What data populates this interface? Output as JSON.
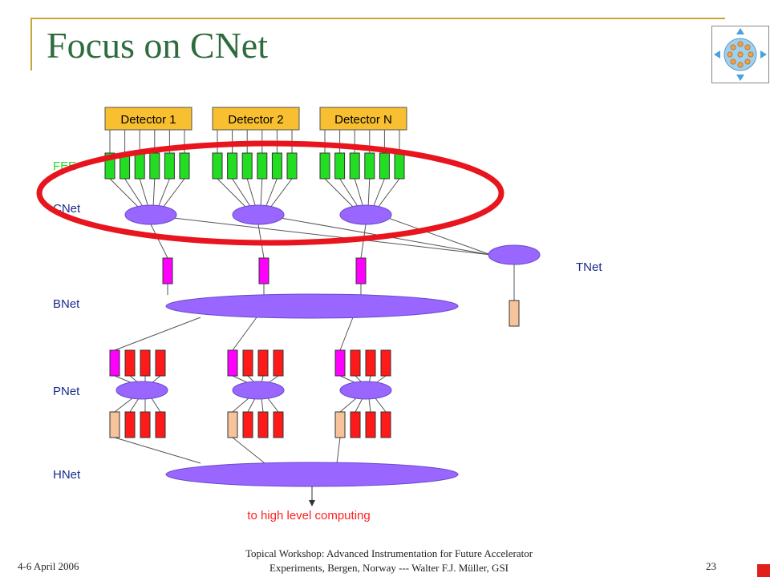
{
  "slide": {
    "title": "Focus on CNet",
    "date": "4-6 April 2006",
    "footer_line1": "Topical Workshop: Advanced Instrumentation for Future Accelerator",
    "footer_line2": "Experiments, Bergen, Norway --- Walter F.J. Müller, GSI",
    "page_number": "23"
  },
  "diagram": {
    "detectors": [
      "Detector 1",
      "Detector 2",
      "Detector N"
    ],
    "layers": {
      "fee": "FEE",
      "cnet": "CNet",
      "tnet": "TNet",
      "bnet": "BNet",
      "pnet": "PNet",
      "hnet": "HNet"
    },
    "output_label": "to high level computing",
    "colors": {
      "detector_fill": "#f8c030",
      "fee": "#22dd22",
      "node": "#9966ff",
      "link": "#ff00ff",
      "processor": "#ff1a1a",
      "buffer": "#f7c39a",
      "highlight": "#e8141e",
      "output_text": "#ff2020"
    }
  }
}
